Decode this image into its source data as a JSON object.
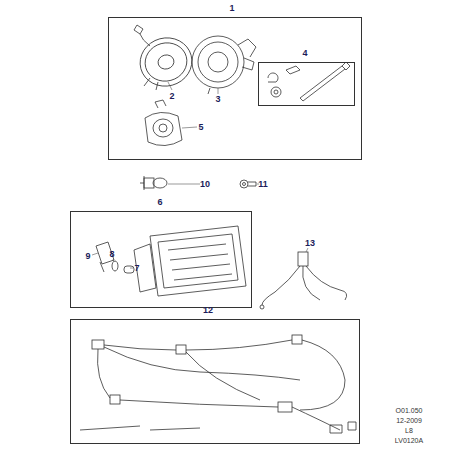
{
  "diagram": {
    "nodes": [
      {
        "text": [
          "1"
        ]
      },
      {
        "text": [
          "4"
        ],
        "in": 0
      },
      {
        "text": [
          "6"
        ]
      },
      {
        "text": [
          "12"
        ]
      }
    ],
    "labels": [
      "2",
      "3",
      "5",
      "10",
      "11",
      "9",
      "8",
      "7",
      "13",
      "O01.050",
      "12-2009",
      "L8",
      "LV0120A"
    ]
  }
}
